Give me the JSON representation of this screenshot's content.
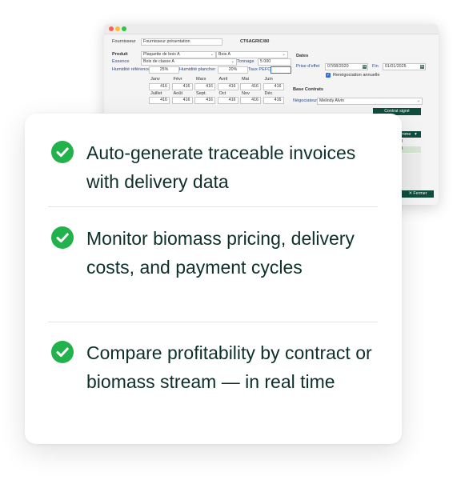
{
  "window": {
    "supplier_label": "Fournisseur",
    "supplier_value": "Fournisseur présentation",
    "contract_code": "CT6AGRIC/80",
    "product_label": "Produit",
    "product_value": "Plaquette de bois A",
    "product_value2": "Bois A",
    "species_label": "Essence",
    "species_value": "Bois de classe A",
    "tonnage_label": "Tonnage",
    "tonnage_value": "5 000",
    "humidity_ref_label": "Humidité référence",
    "humidity_ref_value": "25%",
    "humidity_floor_label": "Humidité plancher",
    "humidity_floor_value": "20%",
    "pefc_label": "Taux PEFC",
    "pefc_value": "",
    "months_row1": [
      {
        "m": "Janv",
        "v": "416"
      },
      {
        "m": "Févr",
        "v": "416"
      },
      {
        "m": "Mars",
        "v": "416"
      },
      {
        "m": "Avril",
        "v": "416"
      },
      {
        "m": "Mai",
        "v": "416"
      },
      {
        "m": "Juin",
        "v": "416"
      }
    ],
    "months_row2": [
      {
        "m": "Juillet",
        "v": "416"
      },
      {
        "m": "Août",
        "v": "416"
      },
      {
        "m": "Sept.",
        "v": "416"
      },
      {
        "m": "Oct",
        "v": "416"
      },
      {
        "m": "Nov",
        "v": "416"
      },
      {
        "m": "Déc",
        "v": "416"
      }
    ],
    "dates_title": "Dates",
    "effective_label": "Prise d'effet",
    "effective_value": "07/08/2020",
    "end_label": "Fin",
    "end_value": "01/01/2025",
    "renegotiation_label": "Renégociation annuelle",
    "base_title": "Base Contrats",
    "negotiator_label": "Négociateur",
    "negotiator_value": "Melindy Alvin",
    "signed_button": "Contrat signé",
    "column_header": "omme",
    "row_value_a": "0",
    "row_value_b": "0",
    "close_button": "Fermer"
  },
  "card": {
    "items": [
      {
        "text": "Auto-generate traceable invoices with delivery data"
      },
      {
        "text": "Monitor biomass pricing, delivery costs, and payment cycles"
      },
      {
        "text": "Compare profitability by contract or biomass stream — in real time"
      }
    ]
  },
  "colors": {
    "accent_green": "#22b24c",
    "text_dark": "#0e2f2a",
    "button_dark_green": "#0f4d3d"
  }
}
